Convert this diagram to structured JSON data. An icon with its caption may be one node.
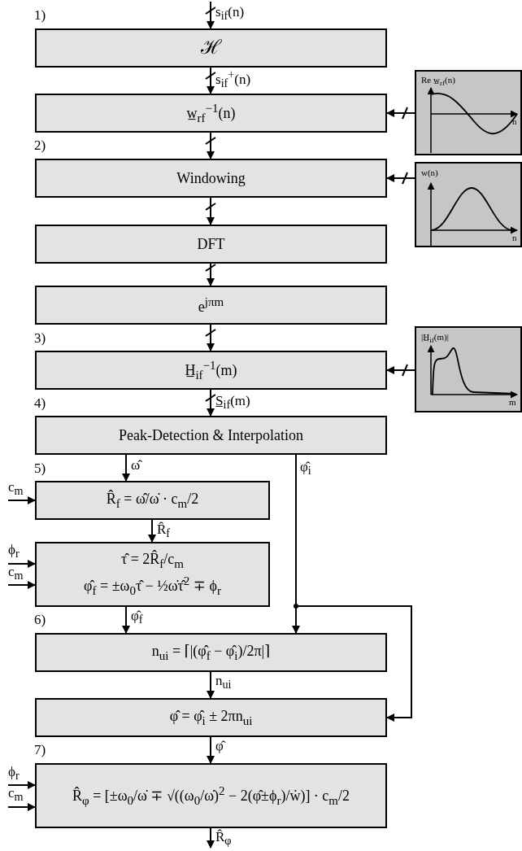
{
  "diagram": {
    "nodes": [
      {
        "text": [
          "ℋ"
        ]
      },
      {
        "text": [
          "w̲$_{rf}$$^{−1}$(n)"
        ]
      },
      {
        "text": [
          "Windowing"
        ]
      },
      {
        "text": [
          "DFT"
        ]
      },
      {
        "text": [
          "e$^{jπm}$"
        ]
      },
      {
        "text": [
          "H̲$_{if}$$^{−1}$(m)"
        ]
      },
      {
        "text": [
          "Peak-Detection & Interpolation"
        ]
      },
      {
        "text": [
          "R̂$_{f}$ = ω̂/ω̇ · c$_{m}$/2"
        ]
      },
      {
        "text": [
          "τ̂ = 2R̂$_{f}$/c$_{m}$",
          "φ̂$_{f}$ = ±ω$_{0}$τ̂ − ½ω̇τ̂$^{2}$ ∓ ϕ$_{r}$"
        ]
      },
      {
        "text": [
          "n$_{ui}$ = ⌈|(φ̂$_{f}$ − φ̂$_{i}$)/2π|⌉"
        ]
      },
      {
        "text": [
          "φ̂ = φ̂$_{i}$ ± 2πn$_{ui}$"
        ]
      },
      {
        "text": [
          "R̂$_{φ}$ = [±ω$_{0}$/ω̇ ∓ √((ω$_{0}$/ω̇)$^{2}$ − 2(φ̂±ϕ$_{r}$)/ẇ)] · c$_{m}$/2"
        ]
      },
      {
        "text": [
          "Re w̲$_{rf}$(n)",
          "n"
        ]
      },
      {
        "text": [
          "w(n)",
          "n"
        ]
      },
      {
        "text": [
          "|H̲$_{if}$(m)|",
          "m"
        ]
      }
    ],
    "edges": [
      {
        "from": null,
        "to": 0,
        "arrow": "to",
        "label": "s$_{if}$(n)"
      },
      {
        "from": 0,
        "to": 1,
        "arrow": "to",
        "label": "s$_{if}$$^{+}$(n)"
      },
      {
        "from": 1,
        "to": 2,
        "arrow": "to"
      },
      {
        "from": 2,
        "to": 3,
        "arrow": "to"
      },
      {
        "from": 3,
        "to": 4,
        "arrow": "to"
      },
      {
        "from": 4,
        "to": 5,
        "arrow": "to"
      },
      {
        "from": 5,
        "to": 6,
        "arrow": "to",
        "label": "S̲$_{if}$(m)"
      },
      {
        "from": 12,
        "to": 1,
        "arrow": "to"
      },
      {
        "from": 13,
        "to": 2,
        "arrow": "to"
      },
      {
        "from": 14,
        "to": 5,
        "arrow": "to"
      },
      {
        "from": 6,
        "to": 7,
        "arrow": "to",
        "label": "ω̂"
      },
      {
        "from": 6,
        "to": 9,
        "arrow": "to",
        "label": "φ̂$_{i}$"
      },
      {
        "from": 6,
        "to": 10,
        "arrow": "to"
      },
      {
        "from": 7,
        "to": 8,
        "arrow": "to",
        "label": "R̂$_{f}$"
      },
      {
        "from": 8,
        "to": 9,
        "arrow": "to",
        "label": "φ̂$_{f}$"
      },
      {
        "from": null,
        "to": 7,
        "arrow": "to",
        "label": "c$_{m}$"
      },
      {
        "from": null,
        "to": 8,
        "arrow": "to",
        "label": "ϕ$_{r}$"
      },
      {
        "from": null,
        "to": 8,
        "arrow": "to",
        "label": "c$_{m}$"
      },
      {
        "from": 9,
        "to": 10,
        "arrow": "to",
        "label": "n$_{ui}$"
      },
      {
        "from": 10,
        "to": 11,
        "arrow": "to",
        "label": "φ̂"
      },
      {
        "from": null,
        "to": 11,
        "arrow": "to",
        "label": "ϕ$_{r}$"
      },
      {
        "from": null,
        "to": 11,
        "arrow": "to",
        "label": "c$_{m}$"
      },
      {
        "from": 11,
        "to": null,
        "arrow": "to",
        "label": "R̂$_{φ}$"
      }
    ],
    "labels": [
      "1)",
      "2)",
      "3)",
      "4)",
      "5)",
      "6)",
      "7)"
    ]
  }
}
